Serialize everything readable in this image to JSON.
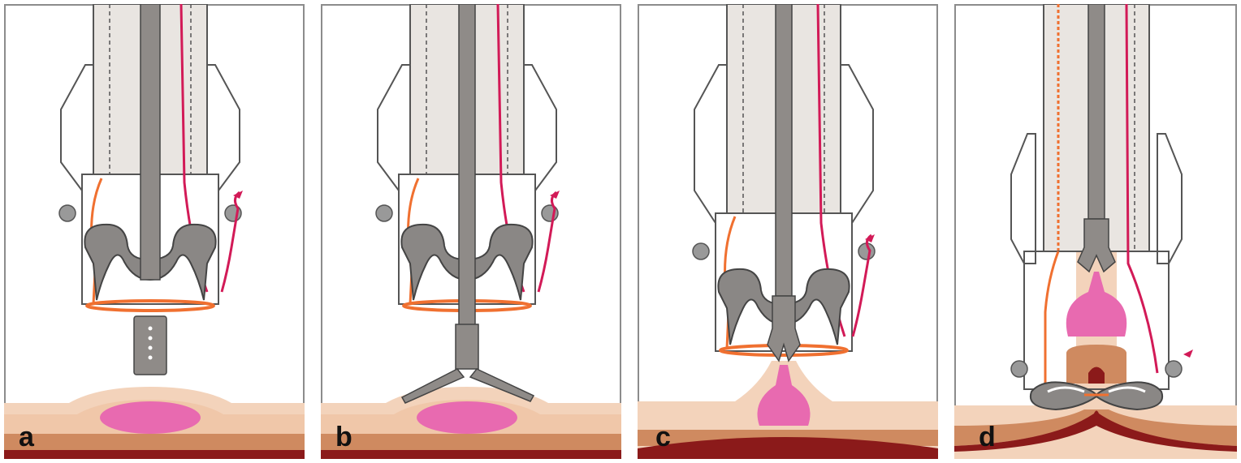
{
  "panels": [
    {
      "id": "a",
      "label": "a"
    },
    {
      "id": "b",
      "label": "b"
    },
    {
      "id": "c",
      "label": "c"
    },
    {
      "id": "d",
      "label": "d"
    }
  ],
  "colors": {
    "border": "#8c8c8c",
    "tube_fill": "#e9e5e1",
    "tissue_light": "#f3d3bb",
    "tissue_mid": "#efbf9c",
    "tissue_dark": "#cf8a60",
    "tissue_deep": "#8b1a1a",
    "lesion": "#e86ab0",
    "screw": "#8f8b88",
    "clip": "#8a8785",
    "orange_thread": "#f07030",
    "red_thread": "#d21a57"
  }
}
